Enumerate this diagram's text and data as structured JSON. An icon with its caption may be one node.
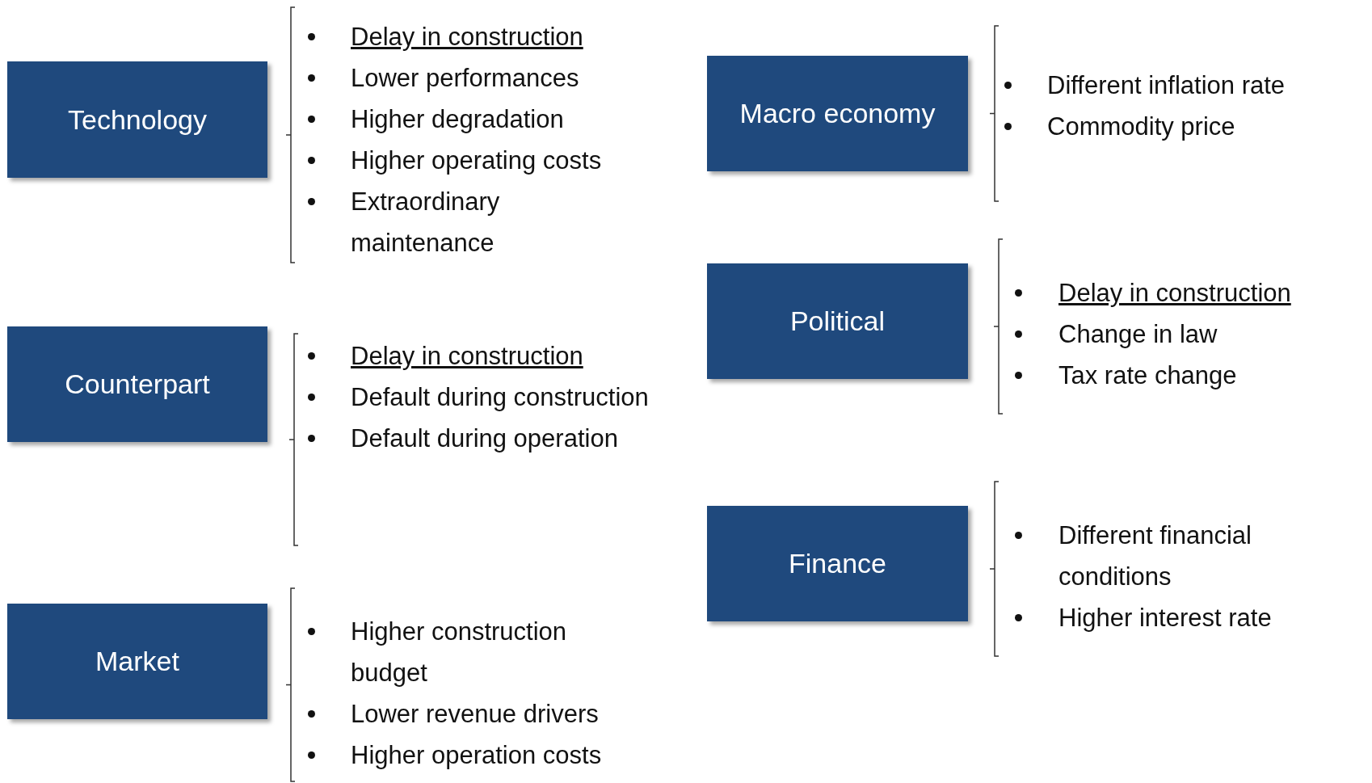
{
  "diagram": {
    "nodes": [
      {
        "text": [
          "Technology"
        ],
        "beside": [
          "Delay in construction",
          "Lower performances",
          "Higher degradation",
          "Higher operating costs",
          "Extraordinary maintenance"
        ]
      },
      {
        "text": [
          "Counterpart"
        ],
        "beside": [
          "Delay in construction",
          "Default during construction",
          "Default during operation"
        ]
      },
      {
        "text": [
          "Market"
        ],
        "beside": [
          "Higher construction budget",
          "Lower revenue drivers",
          "Higher operation costs"
        ]
      },
      {
        "text": [
          "Macro economy"
        ],
        "beside": [
          "Different inflation rate",
          "Commodity price"
        ]
      },
      {
        "text": [
          "Political"
        ],
        "beside": [
          "Delay in construction",
          "Change in law",
          "Tax rate change"
        ]
      },
      {
        "text": [
          "Finance"
        ],
        "beside": [
          "Different financial conditions",
          "Higher interest rate"
        ]
      }
    ],
    "edges": []
  }
}
